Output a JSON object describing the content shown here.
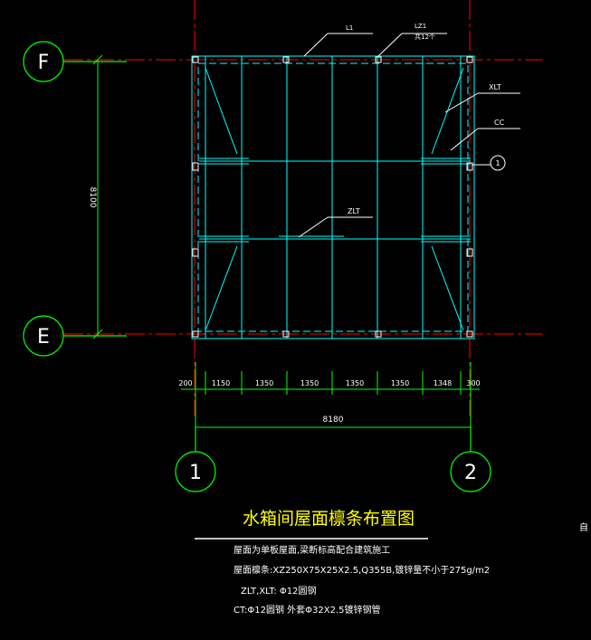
{
  "grid_labels": {
    "top_left": "F",
    "bottom_left": "E",
    "bottom_1": "1",
    "bottom_2": "2",
    "section_mark": "1"
  },
  "vertical_dimension": "8100",
  "horizontal_dimensions": [
    "200",
    "1150",
    "1350",
    "1350",
    "1350",
    "1350",
    "1348",
    "300"
  ],
  "overall_dimension": "8180",
  "callouts": {
    "l1": "L1",
    "lz1": "LZ1",
    "lz1_sub": "共12个",
    "xlt": "XLT",
    "cc": "CC",
    "zlt": "ZLT"
  },
  "title": "水箱间屋面檩条布置图",
  "notes": [
    "屋面为单板屋面,梁断标高配合建筑施工",
    "屋面檩条:XZ250X75X25X2.5,Q355B,镀锌量不小于275g/m2",
    "ZLT,XLT:    Φ12圆钢",
    "CT:Φ12圆钢    外套Φ32X2.5镀锌钢管"
  ],
  "side_text": "自",
  "colors": {
    "background": "#000000",
    "grid": "#ff0000",
    "dim": "#00ff00",
    "steel": "#00ffff",
    "title": "#ffff00",
    "text": "#ffffff"
  }
}
